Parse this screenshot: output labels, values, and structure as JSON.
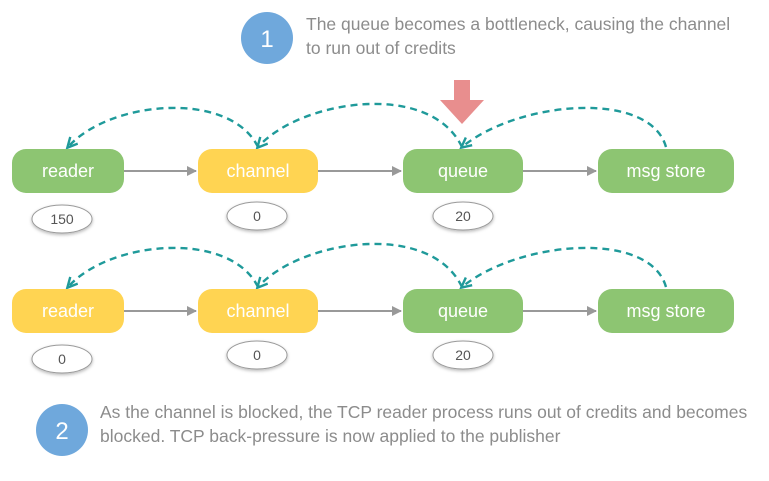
{
  "colors": {
    "green_node": "#8dc572",
    "yellow_node": "#ffd452",
    "step_circle": "#6fa8dc",
    "pressure_arrow": "#e88e8e",
    "credit_arrow": "#1f9a9a",
    "flow_arrow": "#999999",
    "note_text": "#8c8c8c"
  },
  "step1": {
    "number": "1",
    "text": "The queue becomes a bottleneck, causing the channel to run out of credits"
  },
  "step2": {
    "number": "2",
    "text": "As the channel is blocked, the TCP reader process runs out of credits and becomes blocked. TCP back-pressure is now applied to the publisher"
  },
  "row1": {
    "nodes": [
      {
        "label": "reader",
        "credits": "150",
        "color": "green"
      },
      {
        "label": "channel",
        "credits": "0",
        "color": "yellow"
      },
      {
        "label": "queue",
        "credits": "20",
        "color": "green"
      },
      {
        "label": "msg store",
        "color": "green"
      }
    ]
  },
  "row2": {
    "nodes": [
      {
        "label": "reader",
        "credits": "0",
        "color": "yellow"
      },
      {
        "label": "channel",
        "credits": "0",
        "color": "yellow"
      },
      {
        "label": "queue",
        "credits": "20",
        "color": "green"
      },
      {
        "label": "msg store",
        "color": "green"
      }
    ]
  }
}
